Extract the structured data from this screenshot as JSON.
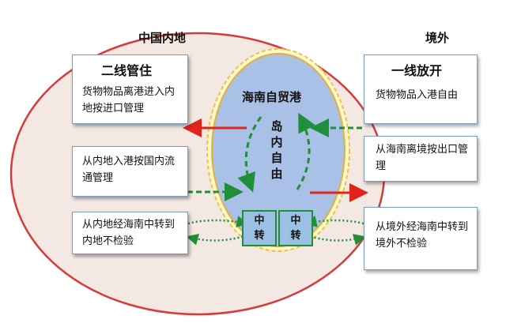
{
  "regions": {
    "mainland": "中国内地",
    "overseas": "境外",
    "ftz": "海南自贸港",
    "island_free": "岛内自由"
  },
  "boxes": {
    "second_line": {
      "title": "二线管住",
      "text": "货物物品离港进入内地按进口管理"
    },
    "first_line": {
      "title": "一线放开",
      "text": "货物物品入港自由"
    },
    "mainland_entry": {
      "text": "从内地入港按国内流通管理"
    },
    "exit_export": {
      "text": "从海南离境按出口管理"
    },
    "mainland_transit": {
      "text": "从内地经海南中转到内地不检验"
    },
    "overseas_transit": {
      "text": "从境外经海南中转到境外不检验"
    }
  },
  "transfer_label": "中转",
  "colors": {
    "mainland_fill": "#f3e8e2",
    "mainland_border": "#d63a3a",
    "island_fill": "#a9c1e6",
    "island_border": "#e0b23a",
    "green_arrow": "#1f8f3a",
    "red_arrow": "#e0241c",
    "box_border": "#7a9ac8"
  }
}
